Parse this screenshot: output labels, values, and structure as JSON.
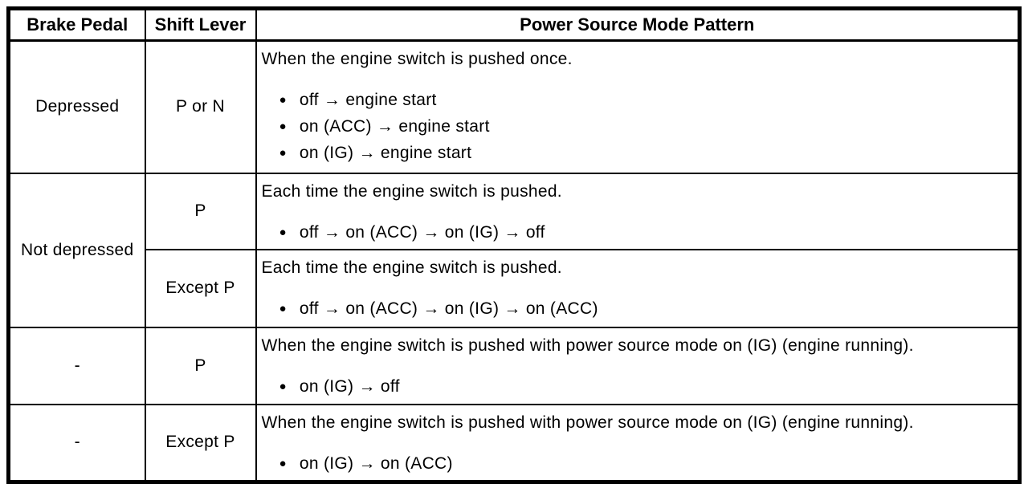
{
  "glyphs": {
    "bullet": "●"
  },
  "table": {
    "headers": [
      "Brake Pedal",
      "Shift Lever",
      "Power Source Mode Pattern"
    ],
    "rows": [
      {
        "brake_pedal": "Depressed",
        "shift_lever": "P or N",
        "intro": "When the engine switch is pushed once.",
        "bullets": [
          "off → engine start",
          "on (ACC) → engine start",
          "on (IG) → engine start"
        ]
      },
      {
        "brake_pedal": "Not depressed",
        "shift_lever": "P",
        "intro": "Each time the engine switch is pushed.",
        "bullets": [
          "off → on (ACC) → on (IG) → off"
        ]
      },
      {
        "shift_lever": "Except P",
        "intro": "Each time the engine switch is pushed.",
        "bullets": [
          "off → on (ACC) → on (IG) → on (ACC)"
        ]
      },
      {
        "brake_pedal": "-",
        "shift_lever": "P",
        "intro": "When the engine switch is pushed with power source mode on (IG) (engine running).",
        "bullets": [
          "on (IG) → off"
        ]
      },
      {
        "brake_pedal": "-",
        "shift_lever": "Except P",
        "intro": "When the engine switch is pushed with power source mode on (IG) (engine running).",
        "bullets": [
          "on (IG) → on (ACC)"
        ]
      }
    ]
  }
}
